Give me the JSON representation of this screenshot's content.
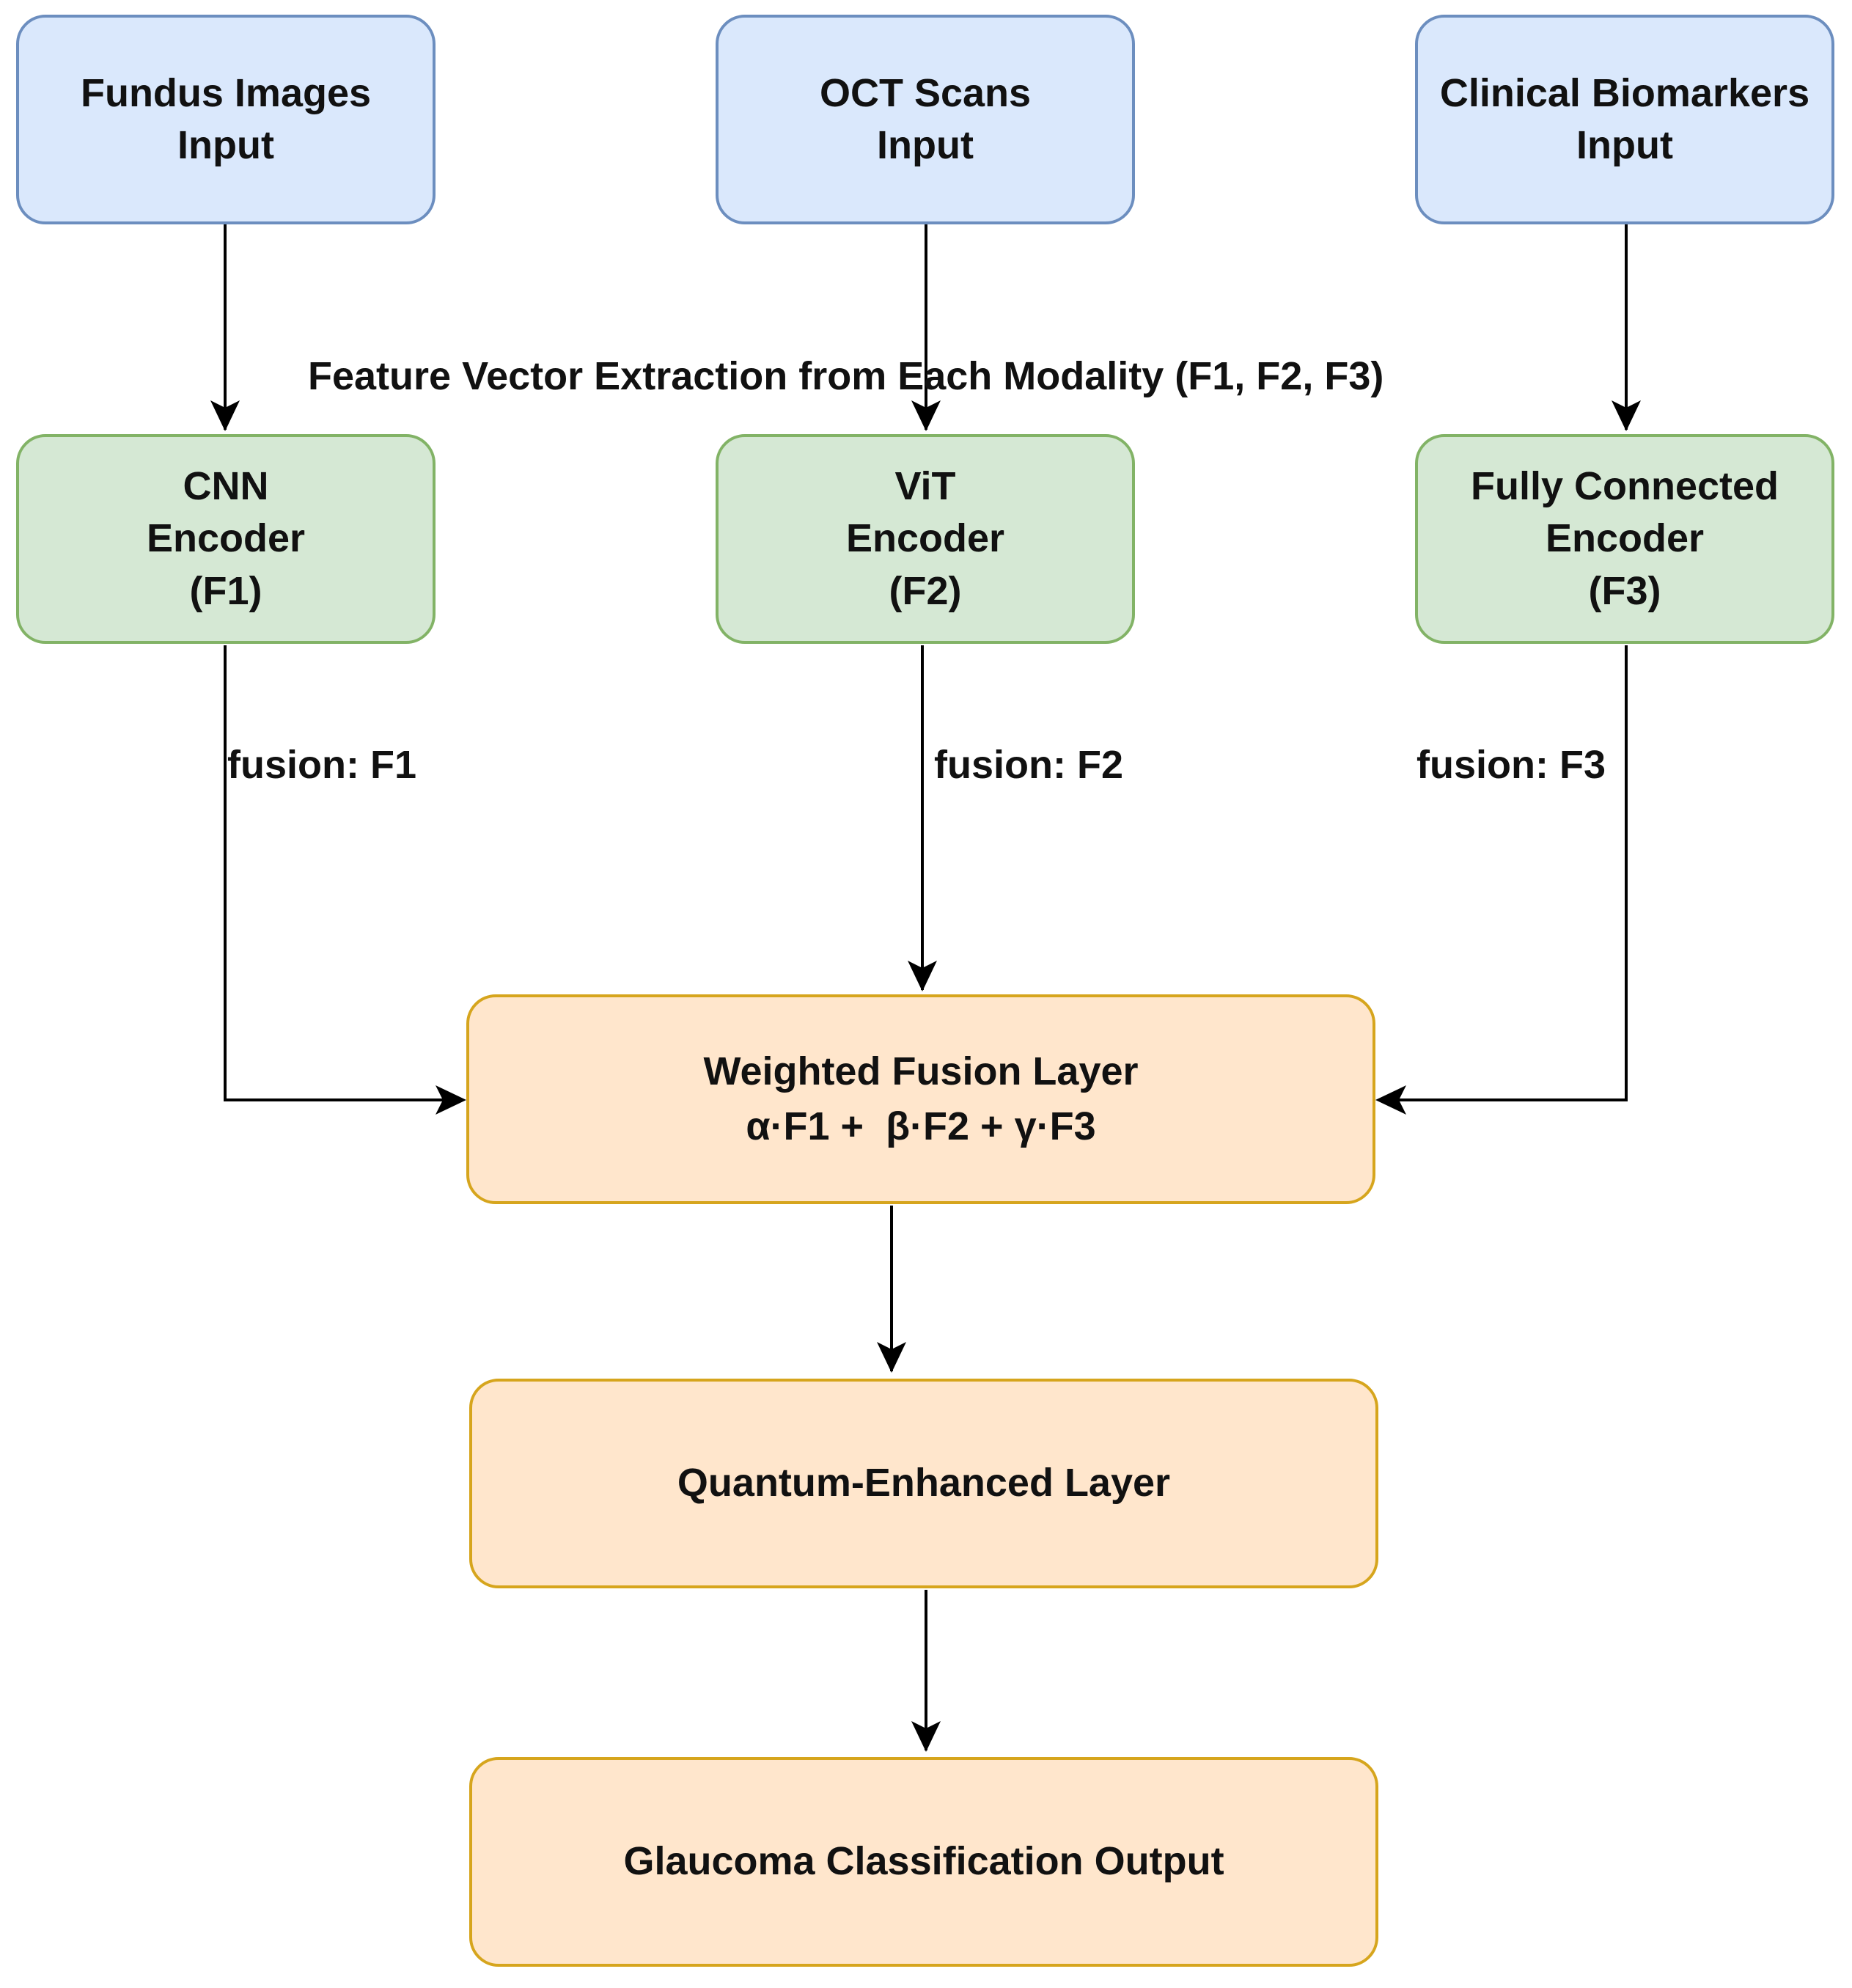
{
  "inputs": {
    "fundus": [
      "Fundus Images",
      "Input"
    ],
    "oct": [
      "OCT Scans",
      "Input"
    ],
    "clinical": [
      "Clinical Biomarkers",
      "Input"
    ]
  },
  "encoders": {
    "cnn": [
      "CNN",
      "Encoder",
      "(F1)"
    ],
    "vit": [
      "ViT",
      "Encoder",
      "(F2)"
    ],
    "fc": [
      "Fully Connected",
      "Encoder",
      "(F3)"
    ]
  },
  "feature_label": "Feature Vector Extraction from Each Modality (F1, F2, F3)",
  "edge_labels": {
    "f1": "fusion: F1",
    "f2": "fusion: F2",
    "f3": "fusion: F3"
  },
  "fusion": [
    "Weighted Fusion Layer",
    "α·F1 +  β·F2 + γ·F3"
  ],
  "quantum": "Quantum-Enhanced Layer",
  "output": "Glaucoma Classification Output",
  "colors": {
    "input_fill": "#dae8fc",
    "input_stroke": "#6c8ebf",
    "encoder_fill": "#d5e8d4",
    "encoder_stroke": "#82b366",
    "layer_fill": "#ffe6cc",
    "layer_stroke": "#d6a51d",
    "edge": "#000000"
  }
}
